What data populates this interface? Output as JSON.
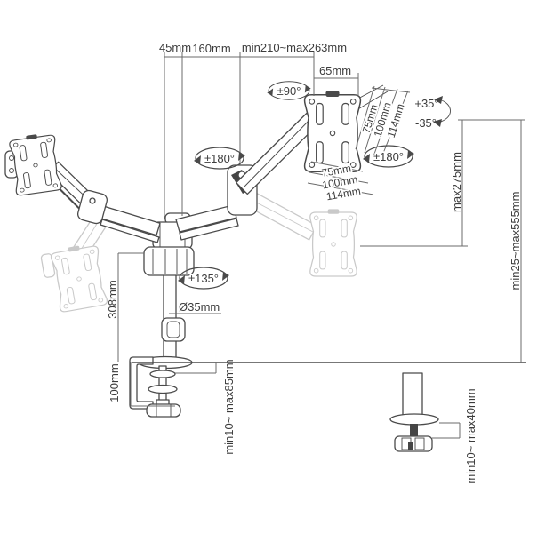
{
  "colors": {
    "line": "#4a4a4a",
    "dimension_line": "#6b6b6b",
    "ghost": "#c9c9c9",
    "text": "#3c3c3c",
    "background": "#ffffff"
  },
  "labels": {
    "top_chain": {
      "pole_offset": "45mm",
      "link_length": "160mm",
      "arm_reach": "min210~max263mm",
      "head_depth": "65mm"
    },
    "rotation": {
      "head_swivel": "±90°",
      "elbow_swivel": "±180°",
      "vesa_rotation": "±180°",
      "pole_swivel": "±135°"
    },
    "tilt": {
      "up": "+35°",
      "down": "-35°"
    },
    "vesa_side": {
      "v75": "75mm",
      "v100": "100mm",
      "v114": "114mm"
    },
    "vesa_width": {
      "w75": "75mm",
      "w100": "100mm",
      "w114": "114mm"
    },
    "height": {
      "lift_range": "max275mm",
      "overall_range": "min25~max555mm",
      "pole_height": "308mm",
      "pole_diameter": "Ø35mm"
    },
    "clamp": {
      "height": "100mm",
      "desk_thickness": "min10~ max85mm"
    },
    "grommet": {
      "desk_thickness": "min10~ max40mm"
    }
  }
}
